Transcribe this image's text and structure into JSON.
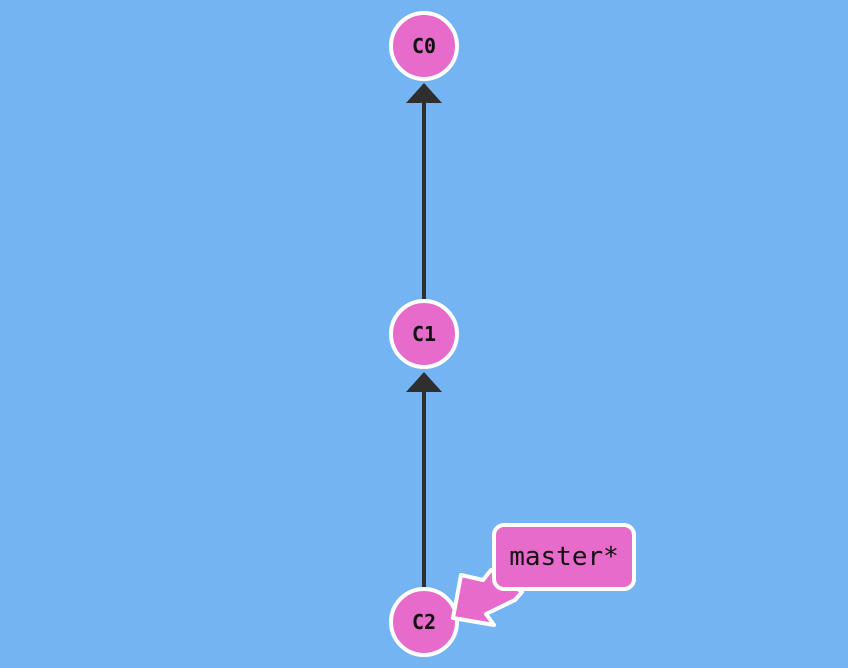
{
  "commits": [
    {
      "id": "C0",
      "label": "C0"
    },
    {
      "id": "C1",
      "label": "C1"
    },
    {
      "id": "C2",
      "label": "C2"
    }
  ],
  "edges": [
    {
      "from": "C1",
      "to": "C0"
    },
    {
      "from": "C2",
      "to": "C1"
    }
  ],
  "branch": {
    "name": "master*",
    "target": "C2"
  },
  "colors": {
    "background": "#75b4f3",
    "commit_fill": "#e76bca",
    "outline": "#ffffff",
    "edge": "#2f2f2f",
    "text": "#111111"
  }
}
